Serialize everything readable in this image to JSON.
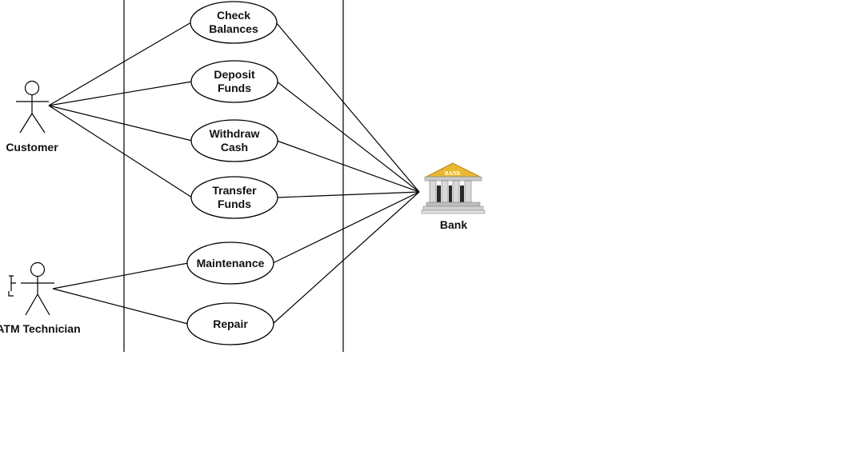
{
  "use_cases": [
    {
      "id": "check",
      "lines": [
        "Check",
        "Balances"
      ]
    },
    {
      "id": "deposit",
      "lines": [
        "Deposit",
        "Funds"
      ]
    },
    {
      "id": "withdraw",
      "lines": [
        "Withdraw",
        "Cash"
      ]
    },
    {
      "id": "transfer",
      "lines": [
        "Transfer",
        "Funds"
      ]
    },
    {
      "id": "maintenance",
      "lines": [
        "Maintenance"
      ]
    },
    {
      "id": "repair",
      "lines": [
        "Repair"
      ]
    }
  ],
  "actors": {
    "customer": {
      "label": "Customer"
    },
    "technician": {
      "label": "ATM Technician"
    },
    "bank": {
      "label": "Bank",
      "sign": "BANK",
      "icon": "bank-building-icon"
    }
  },
  "associations": [
    [
      "customer",
      "check"
    ],
    [
      "customer",
      "deposit"
    ],
    [
      "customer",
      "withdraw"
    ],
    [
      "customer",
      "transfer"
    ],
    [
      "technician",
      "maintenance"
    ],
    [
      "technician",
      "repair"
    ],
    [
      "bank",
      "check"
    ],
    [
      "bank",
      "deposit"
    ],
    [
      "bank",
      "withdraw"
    ],
    [
      "bank",
      "transfer"
    ],
    [
      "bank",
      "maintenance"
    ],
    [
      "bank",
      "repair"
    ]
  ],
  "colors": {
    "line": "#000000",
    "bank_roof": "#e8b830",
    "bank_stone": "#b8b8b8"
  }
}
